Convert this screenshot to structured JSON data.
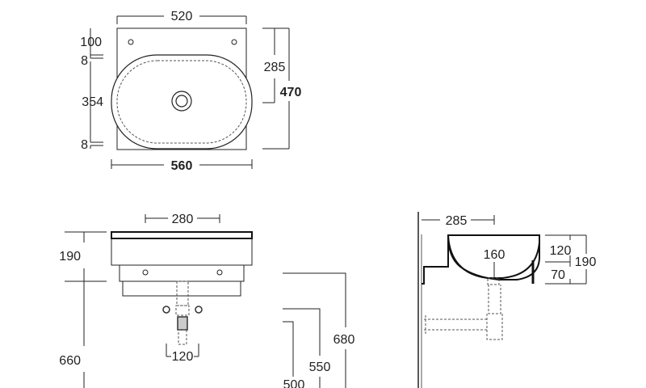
{
  "top_view": {
    "width_top": "520",
    "width_bottom": "560",
    "left_dims": [
      "100",
      "8",
      "354",
      "8"
    ],
    "right_inner": "285",
    "right_outer": "470"
  },
  "front_view": {
    "top_width": "280",
    "height_upper": "190",
    "height_lower": "660",
    "drain_spacing": "120",
    "level_680": "680",
    "level_550": "550",
    "level_500": "500"
  },
  "side_view": {
    "depth": "285",
    "bowl_depth": "160",
    "inner_height": "120",
    "base_height": "70",
    "total_height": "190"
  }
}
